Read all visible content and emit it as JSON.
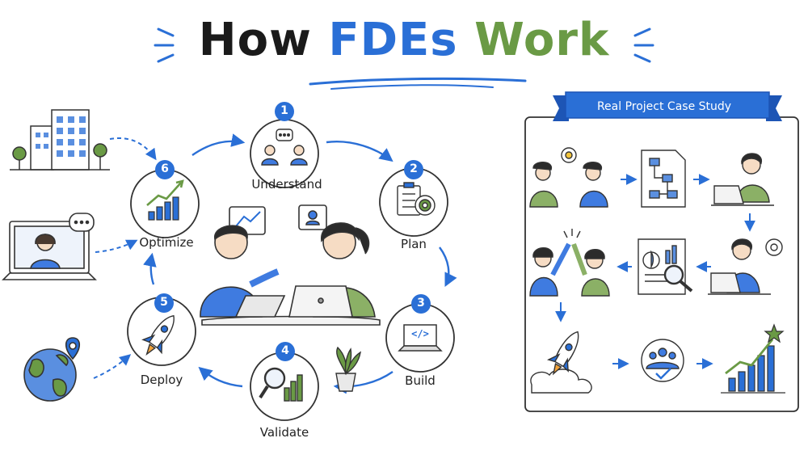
{
  "title": {
    "word1": "How",
    "word2": "FDEs",
    "word3": "Work"
  },
  "cycle": {
    "steps": [
      {
        "number": "1",
        "label": "Understand"
      },
      {
        "number": "2",
        "label": "Plan"
      },
      {
        "number": "3",
        "label": "Build"
      },
      {
        "number": "4",
        "label": "Validate"
      },
      {
        "number": "5",
        "label": "Deploy"
      },
      {
        "number": "6",
        "label": "Optimize"
      }
    ]
  },
  "case_study": {
    "banner": "Real Project Case Study"
  },
  "colors": {
    "blue": "#2a6fd6",
    "green": "#6a9a45",
    "ink": "#222222"
  }
}
